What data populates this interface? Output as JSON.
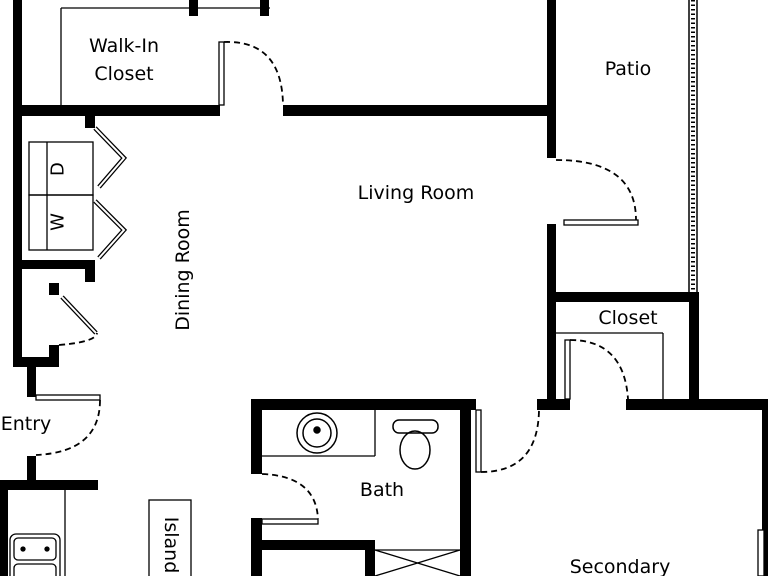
{
  "plan": {
    "colors": {
      "wall": "#000000",
      "background": "#ffffff"
    },
    "rooms": {
      "walk_in_closet_line1": "Walk-In",
      "walk_in_closet_line2": "Closet",
      "patio": "Patio",
      "living_room": "Living Room",
      "dining_room": "Dining Room",
      "closet": "Closet",
      "entry": "Entry",
      "bath": "Bath",
      "island": "Island",
      "secondary": "Secondary"
    },
    "appliances": {
      "dryer": "D",
      "washer": "W"
    }
  }
}
